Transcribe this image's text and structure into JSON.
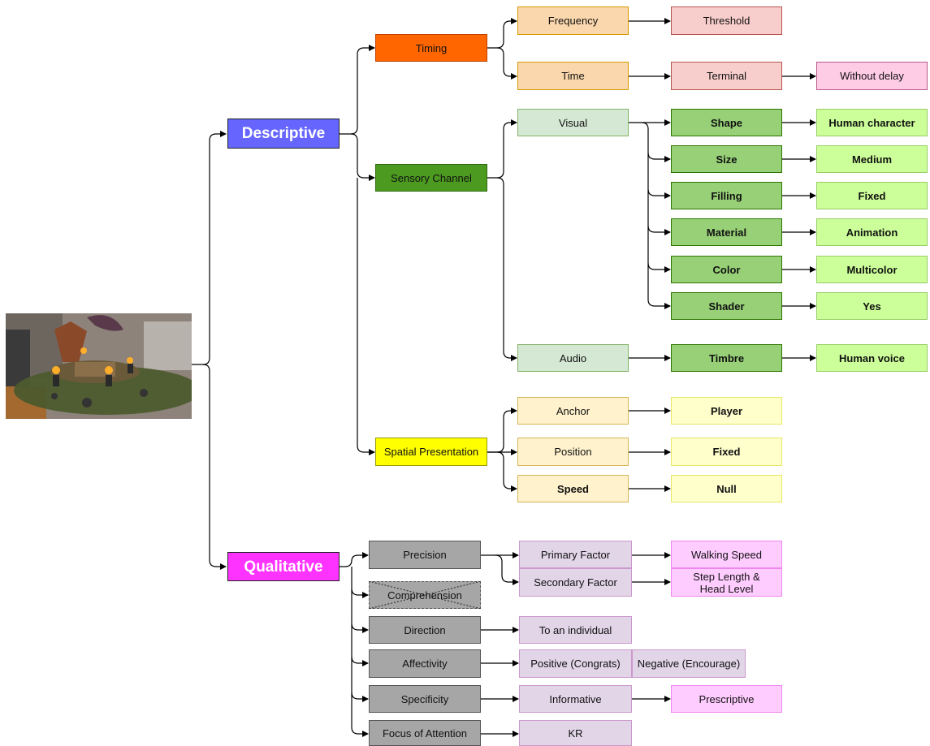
{
  "photo": {
    "icon": "ar-scene-photo"
  },
  "root": {
    "descriptive": "Descriptive",
    "qualitative": "Qualitative"
  },
  "descriptive": {
    "timing": "Timing",
    "sensory": "Sensory Channel",
    "spatial": "Spatial Presentation",
    "frequency": "Frequency",
    "threshold": "Threshold",
    "time": "Time",
    "terminal": "Terminal",
    "without_delay": "Without delay",
    "visual": "Visual",
    "audio": "Audio",
    "timbre": "Timbre",
    "human_voice": "Human voice",
    "visual_props": [
      {
        "name": "Shape",
        "value": "Human character"
      },
      {
        "name": "Size",
        "value": "Medium"
      },
      {
        "name": "Filling",
        "value": "Fixed"
      },
      {
        "name": "Material",
        "value": "Animation"
      },
      {
        "name": "Color",
        "value": "Multicolor"
      },
      {
        "name": "Shader",
        "value": "Yes"
      }
    ],
    "spatial_props": [
      {
        "name": "Anchor",
        "value": "Player"
      },
      {
        "name": "Position",
        "value": "Fixed"
      },
      {
        "name": "Speed",
        "value": "Null"
      }
    ]
  },
  "qualitative": {
    "precision": "Precision",
    "primary_factor": "Primary Factor",
    "walking_speed": "Walking Speed",
    "secondary_factor": "Secondary Factor",
    "step_length": "Step Length & Head Level",
    "comprehension": "Comprehension",
    "direction": "Direction",
    "to_individual": "To an individual",
    "affectivity": "Affectivity",
    "positive": "Positive (Congrats)",
    "negative": "Negative (Encourage)",
    "specificity": "Specificity",
    "informative": "Informative",
    "prescriptive": "Prescriptive",
    "focus": "Focus of Attention",
    "kr": "KR"
  }
}
